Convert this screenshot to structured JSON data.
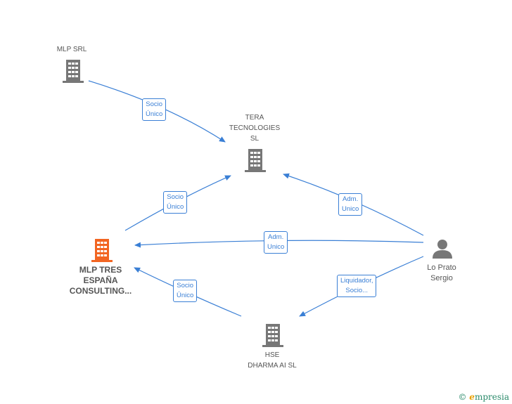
{
  "nodes": {
    "mlp_srl": {
      "label": "MLP SRL"
    },
    "tera": {
      "line1": "TERA",
      "line2": "TECNOLOGIES",
      "line3": "SL"
    },
    "mlp_tres": {
      "line1": "MLP TRES",
      "line2": "ESPAÑA",
      "line3": "CONSULTING..."
    },
    "hse": {
      "line1": "HSE",
      "line2": "DHARMA AI  SL"
    },
    "person": {
      "line1": "Lo Prato",
      "line2": "Sergio"
    }
  },
  "edges": {
    "e1": {
      "line1": "Socio",
      "line2": "Único"
    },
    "e2": {
      "line1": "Socio",
      "line2": "Único"
    },
    "e3": {
      "line1": "Adm.",
      "line2": "Unico"
    },
    "e4": {
      "line1": "Adm.",
      "line2": "Unico"
    },
    "e5": {
      "line1": "Socio",
      "line2": "Único"
    },
    "e6": {
      "line1": "Liquidador,",
      "line2": "Socio..."
    }
  },
  "footer": {
    "copyright": "©",
    "brand_first": "e",
    "brand_rest": "mpresia"
  },
  "colors": {
    "edge": "#3a7fd5",
    "building": "#777777",
    "highlight": "#f26522"
  }
}
